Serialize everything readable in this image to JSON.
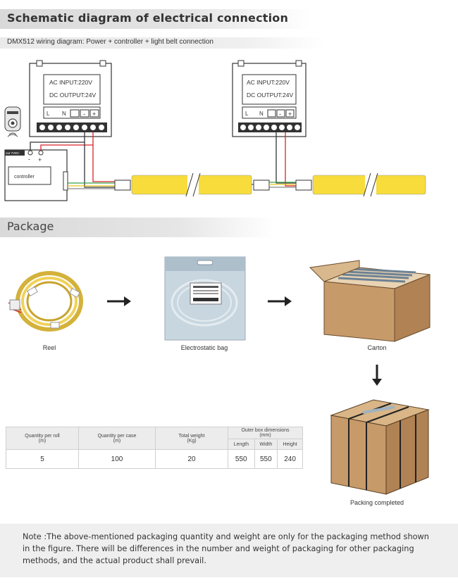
{
  "section1": {
    "title": "Schematic diagram of electrical connection",
    "subtitle": "DMX512 wiring diagram: Power + controller + light belt connection"
  },
  "psu1": {
    "line1": "AC INPUT:220V",
    "line2": "DC OUTPUT:24V"
  },
  "psu2": {
    "line1": "AC INPUT:220V",
    "line2": "DC OUTPUT:24V"
  },
  "terminal_labels": {
    "l": "L",
    "n": "N",
    "minus": "-",
    "plus": "+"
  },
  "controller": {
    "label": "controller",
    "top_label": "out 7VDC"
  },
  "section2": {
    "title": "Package"
  },
  "package_steps": [
    {
      "caption": "Reel"
    },
    {
      "caption": "Electrostatic bag"
    },
    {
      "caption": "Carton"
    },
    {
      "caption": "Packing completed"
    }
  ],
  "spec_table": {
    "headers": {
      "qty_roll": "Quantity per roll",
      "qty_roll_unit": "(m)",
      "qty_case": "Quantity per case",
      "qty_case_unit": "(m)",
      "weight": "Total weight",
      "weight_unit": "(Kg)",
      "dims": "Outer box dimensions",
      "dims_unit": "(mm)",
      "length": "Length",
      "width": "Width",
      "height": "Height"
    },
    "row": {
      "qty_roll": "5",
      "qty_case": "100",
      "weight": "20",
      "length": "550",
      "width": "550",
      "height": "240"
    }
  },
  "note": {
    "text": "Note :The above-mentioned packaging quantity and weight are only for the packaging method shown in the figure. There will be differences in the number and weight of packaging for other packaging methods, and the actual product shall prevail."
  },
  "colors": {
    "strip": "#f7dc3c",
    "wire_red": "#d9232a",
    "wire_green": "#3aa04a",
    "wire_yellow": "#e7c51d",
    "bag": "#c8d6e0",
    "carton": "#c79a69"
  }
}
